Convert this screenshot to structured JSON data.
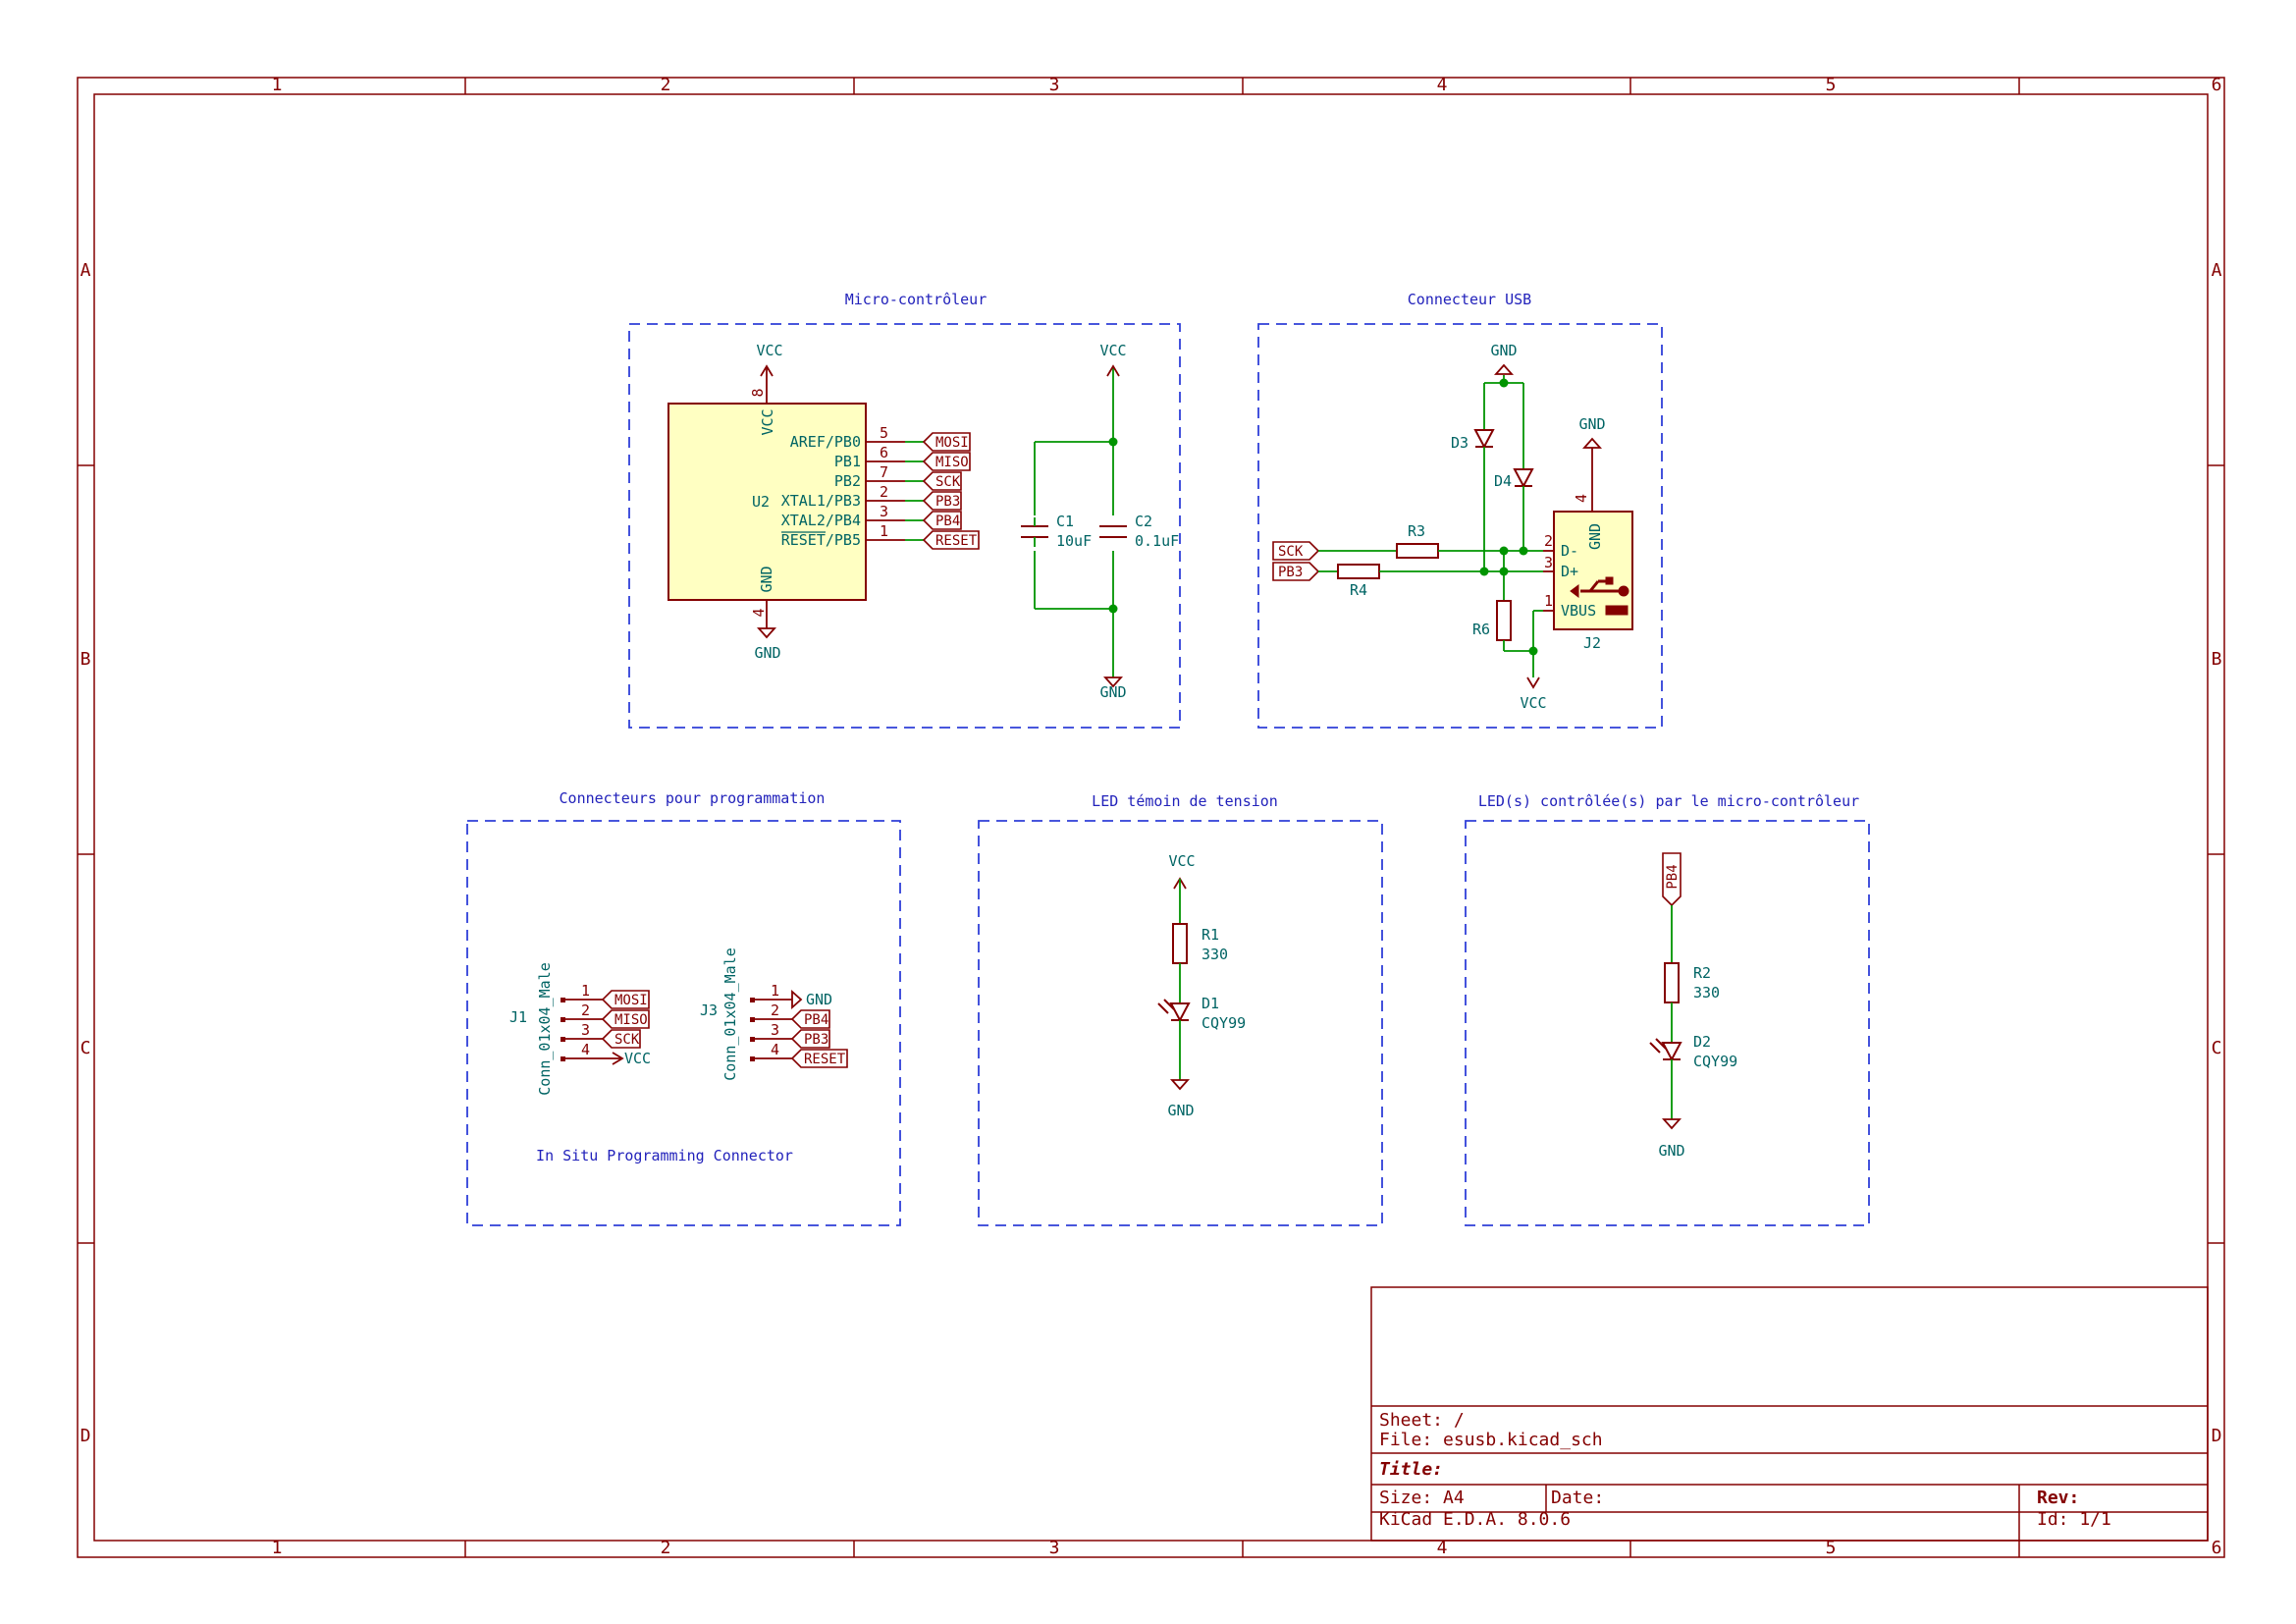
{
  "frame": {
    "columns": [
      "1",
      "2",
      "3",
      "4",
      "5",
      "6"
    ],
    "rows": [
      "A",
      "B",
      "C",
      "D"
    ]
  },
  "title_block": {
    "sheet_label": "Sheet: /",
    "file_label": "File: esusb.kicad_sch",
    "title_label": "Title:",
    "size_label": "Size: A4",
    "date_label": "Date:",
    "rev_label": "Rev:",
    "tool_label": "KiCad E.D.A. 8.0.6",
    "id_label": "Id: 1/1"
  },
  "sections": {
    "micro": "Micro-contrôleur",
    "usb": "Connecteur USB",
    "prog": "Connecteurs pour programmation",
    "led_power": "LED témoin de tension",
    "led_mcu": "LED(s) contrôlée(s) par le micro-contrôleur"
  },
  "mcu": {
    "ref": "U2",
    "vcc_pin_name": "VCC",
    "gnd_pin_name": "GND",
    "vcc_pin_num": "8",
    "gnd_pin_num": "4",
    "pins": [
      {
        "name": "AREF/PB0",
        "num": "5",
        "net": "MOSI"
      },
      {
        "name": "PB1",
        "num": "6",
        "net": "MISO"
      },
      {
        "name": "PB2",
        "num": "7",
        "net": "SCK"
      },
      {
        "name": "XTAL1/PB3",
        "num": "2",
        "net": "PB3"
      },
      {
        "name": "XTAL2/PB4",
        "num": "3",
        "net": "PB4"
      },
      {
        "name": "RESET/PB5",
        "num": "1",
        "net": "RESET"
      }
    ]
  },
  "power": {
    "vcc": "VCC",
    "gnd": "GND"
  },
  "caps": {
    "c1_ref": "C1",
    "c1_val": "10uF",
    "c2_ref": "C2",
    "c2_val": "0.1uF"
  },
  "usb": {
    "sck": "SCK",
    "pb3": "PB3",
    "r3": "R3",
    "r4": "R4",
    "r6": "R6",
    "d3": "D3",
    "d4": "D4",
    "j2": "J2",
    "dminus": "D-",
    "dplus": "D+",
    "vbus": "VBUS",
    "gndpin": "GND",
    "pin_dminus": "2",
    "pin_dplus": "3",
    "pin_vbus": "1",
    "pin_gnd": "4"
  },
  "prog": {
    "j1_ref": "J1",
    "j1_val": "Conn_01x04_Male",
    "j3_ref": "J3",
    "j3_val": "Conn_01x04_Male",
    "j1_nets": [
      "MOSI",
      "MISO",
      "SCK",
      "VCC"
    ],
    "j3_nets": [
      "GND",
      "PB4",
      "PB3",
      "RESET"
    ],
    "pin_nums": [
      "1",
      "2",
      "3",
      "4"
    ],
    "note": "In Situ Programming Connector"
  },
  "led_power": {
    "r_ref": "R1",
    "r_val": "330",
    "d_ref": "D1",
    "d_val": "CQY99"
  },
  "led_mcu": {
    "net": "PB4",
    "r_ref": "R2",
    "r_val": "330",
    "d_ref": "D2",
    "d_val": "CQY99"
  }
}
